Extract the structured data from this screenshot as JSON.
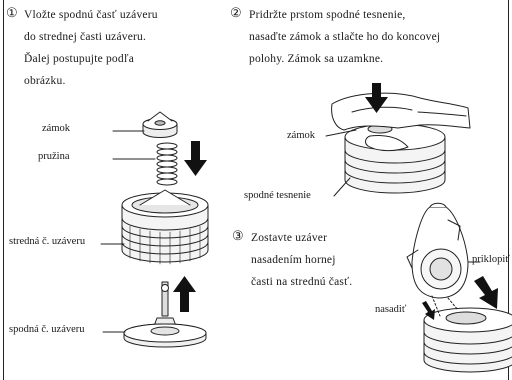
{
  "steps": [
    {
      "number": "①",
      "lines": [
        "Vložte spodnú časť uzáveru",
        "do strednej časti uzáveru.",
        "Ďalej postupujte podľa",
        "obrázku."
      ]
    },
    {
      "number": "②",
      "lines": [
        "Pridržte prstom spodné tesnenie,",
        "nasaďte zámok a stlačte ho do koncovej",
        "polohy. Zámok sa uzamkne."
      ]
    },
    {
      "number": "③",
      "lines": [
        "Zostavte uzáver",
        "nasadením hornej",
        "časti na strednú časť."
      ]
    }
  ],
  "labels": {
    "zamok_1": "zámok",
    "pruzina": "pružina",
    "stredna": "stredná č. uzáveru",
    "spodna": "spodná č. uzáveru",
    "zamok_2": "zámok",
    "tesnenie": "spodné tesnenie",
    "priklopit": "priklopiť",
    "nasadit": "nasadiť"
  }
}
